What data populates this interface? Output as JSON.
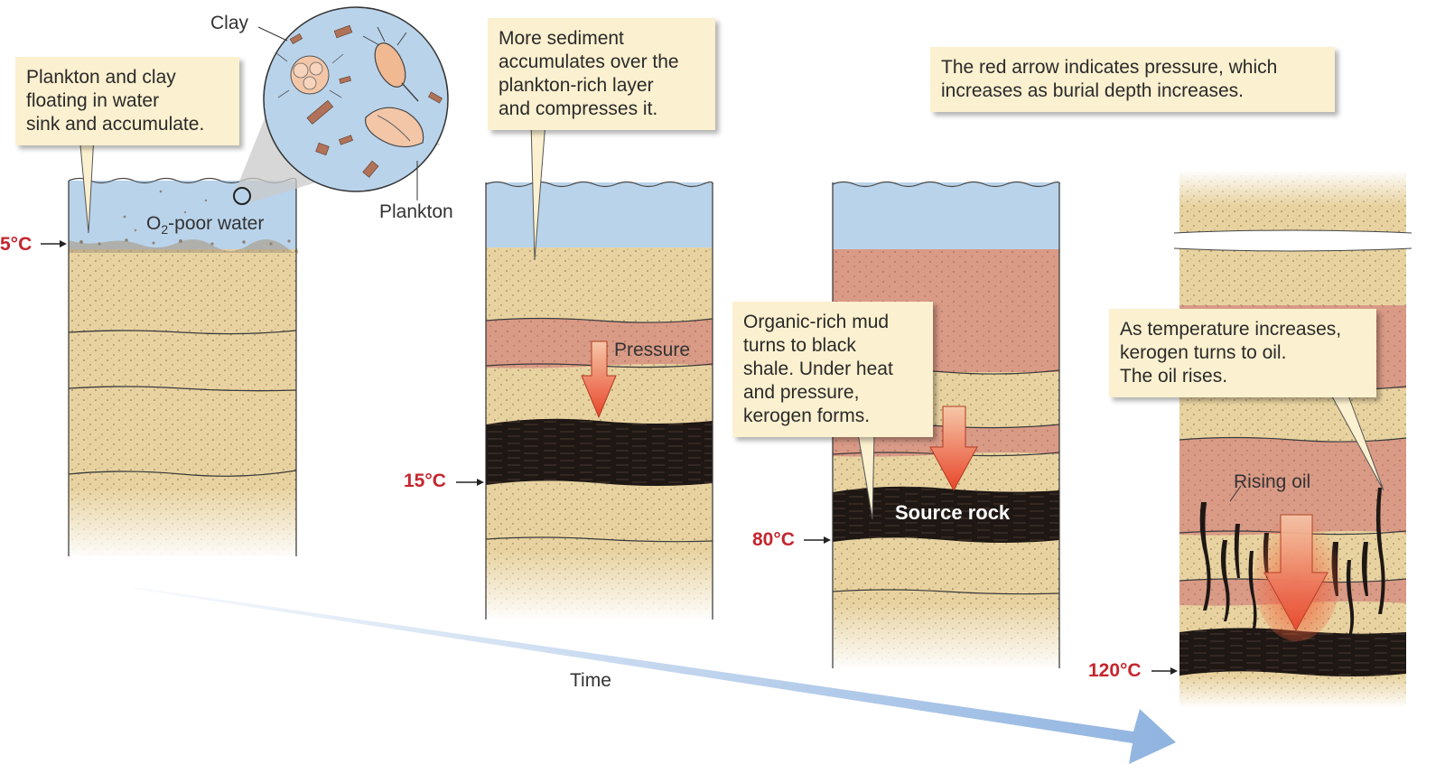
{
  "callouts": {
    "c1": [
      "Plankton and clay",
      "floating in water",
      "sink and accumulate."
    ],
    "c2": [
      "More sediment",
      "accumulates over the",
      "plankton-rich layer",
      "and compresses it."
    ],
    "c3": [
      "The red arrow indicates pressure, which",
      "increases as burial depth increases."
    ],
    "c4": [
      "Organic-rich mud",
      "turns to black",
      "shale. Under heat",
      "and pressure,",
      "kerogen forms."
    ],
    "c5": [
      "As temperature increases,",
      "kerogen turns to oil.",
      "The oil rises."
    ]
  },
  "labels": {
    "clay": "Clay",
    "plankton": "Plankton",
    "o2_prefix": "O",
    "o2_sub": "2",
    "o2_suffix": "-poor water",
    "pressure": "Pressure",
    "source_rock": "Source rock",
    "rising_oil": "Rising oil",
    "time": "Time"
  },
  "temperatures": [
    "5°C",
    "15°C",
    "80°C",
    "120°C"
  ],
  "colors": {
    "water": "#b9d3ea",
    "sand": "#e8d3a0",
    "red_layer": "#d99a86",
    "shale": "#1e1714",
    "temperature_text": "#c4262e",
    "callout_bg": "#fbf0cf",
    "arrow_orange": "#e8552a",
    "time_arrow": "#8fb3e0"
  },
  "icons": [
    "plankton-icon",
    "clay-particle-icon",
    "pressure-arrow-icon",
    "time-arrow-icon"
  ]
}
